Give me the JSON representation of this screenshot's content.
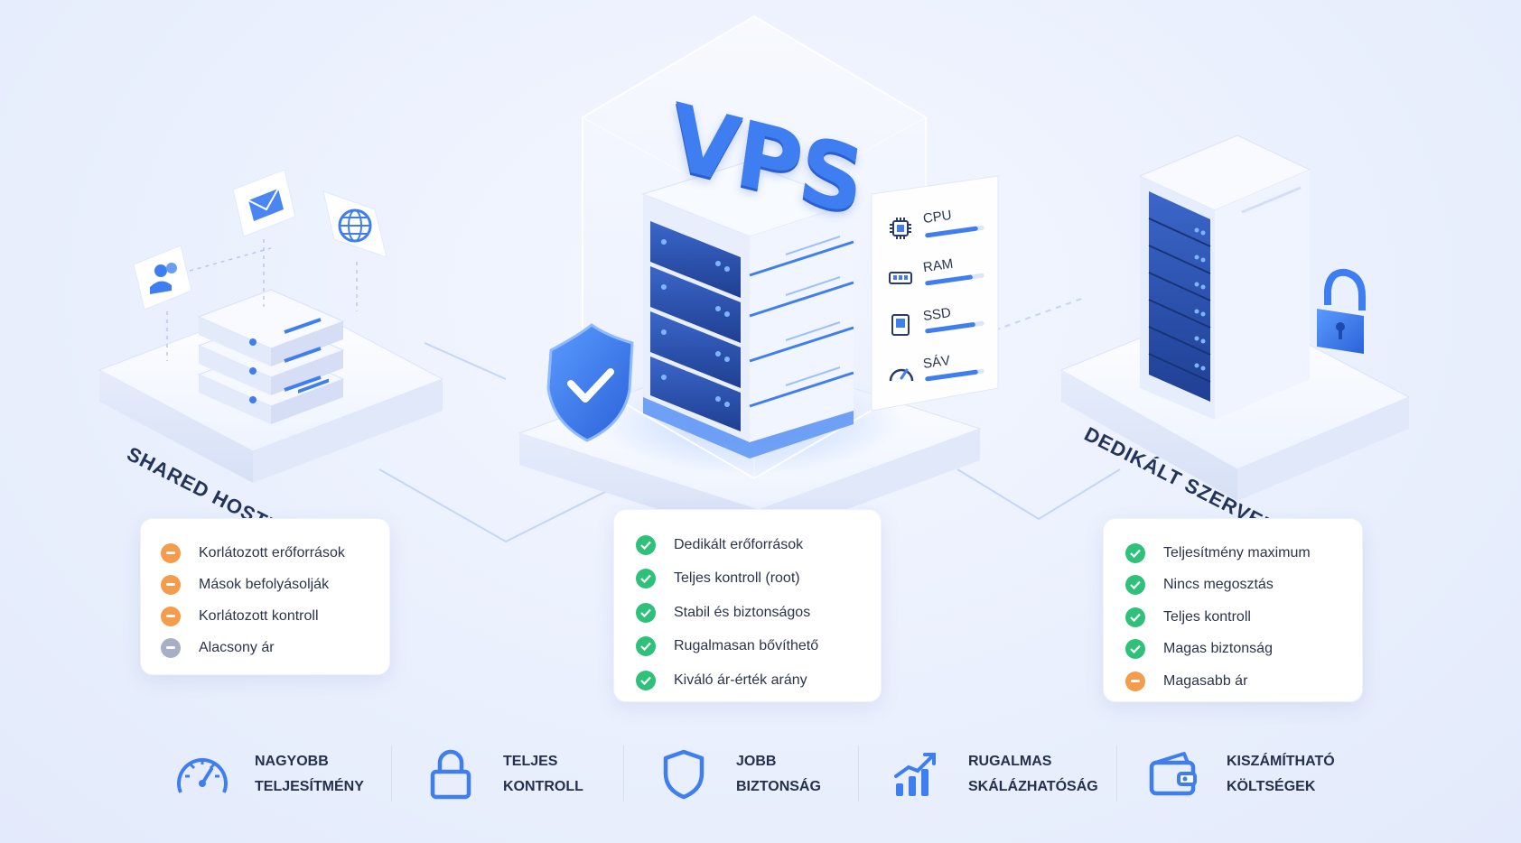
{
  "title": "VPS",
  "platforms": {
    "shared": {
      "label": "SHARED HOSTING"
    },
    "dedicated": {
      "label": "DEDIKÁLT SZERVER"
    }
  },
  "specs": [
    {
      "label": "CPU",
      "icon": "cpu-chip-icon",
      "level": 0.9
    },
    {
      "label": "RAM",
      "icon": "ram-module-icon",
      "level": 0.8
    },
    {
      "label": "SSD",
      "icon": "ssd-drive-icon",
      "level": 0.85
    },
    {
      "label": "SÁV",
      "icon": "speedometer-icon",
      "level": 0.9
    }
  ],
  "cards": {
    "shared": [
      {
        "text": "Korlátozott erőforrások",
        "status": "minus-orange"
      },
      {
        "text": "Mások befolyásolják",
        "status": "minus-orange"
      },
      {
        "text": "Korlátozott kontroll",
        "status": "minus-orange"
      },
      {
        "text": "Alacsony ár",
        "status": "minus-gray"
      }
    ],
    "vps": [
      {
        "text": "Dedikált erőforrások",
        "status": "check"
      },
      {
        "text": "Teljes kontroll (root)",
        "status": "check"
      },
      {
        "text": "Stabil és biztonságos",
        "status": "check"
      },
      {
        "text": "Rugalmasan bővíthető",
        "status": "check"
      },
      {
        "text": "Kiváló ár-érték arány",
        "status": "check"
      }
    ],
    "dedicated": [
      {
        "text": "Teljesítmény maximum",
        "status": "check"
      },
      {
        "text": "Nincs megosztás",
        "status": "check"
      },
      {
        "text": "Teljes kontroll",
        "status": "check"
      },
      {
        "text": "Magas biztonság",
        "status": "check"
      },
      {
        "text": "Magasabb ár",
        "status": "minus-orange"
      }
    ]
  },
  "features": [
    {
      "line1": "NAGYOBB",
      "line2": "TELJESÍTMÉNY",
      "icon": "speedometer-icon"
    },
    {
      "line1": "TELJES",
      "line2": "KONTROLL",
      "icon": "lock-icon"
    },
    {
      "line1": "JOBB",
      "line2": "BIZTONSÁG",
      "icon": "shield-icon"
    },
    {
      "line1": "RUGALMAS",
      "line2": "SKÁLÁZHATÓSÁG",
      "icon": "growth-chart-icon"
    },
    {
      "line1": "KISZÁMÍTHATÓ",
      "line2": "KÖLTSÉGEK",
      "icon": "wallet-icon"
    }
  ],
  "colors": {
    "accent": "#3f7ef0",
    "check": "#2fc07a",
    "warning": "#f59b4c",
    "neutral": "#a7afc4"
  }
}
